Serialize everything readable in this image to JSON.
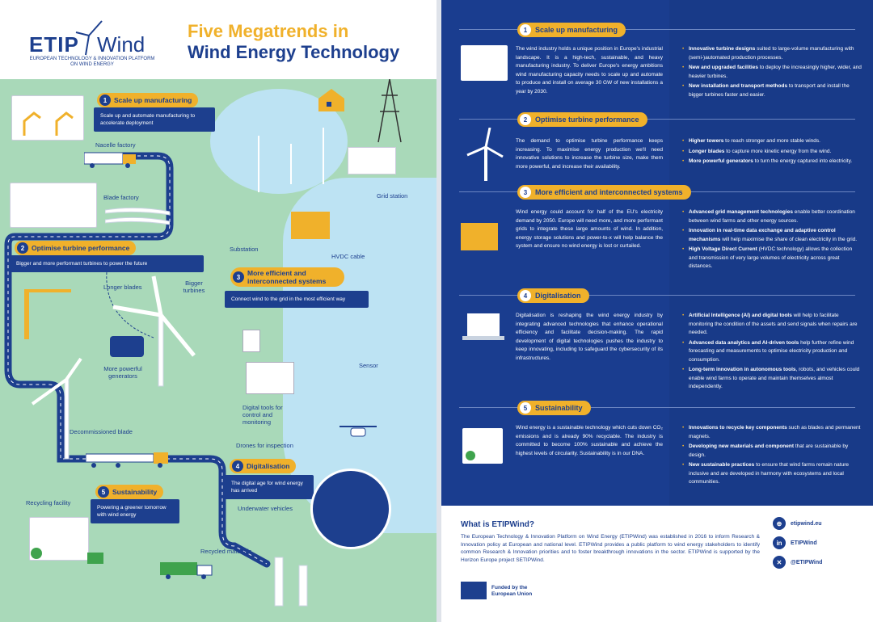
{
  "header": {
    "logo_etip": "ETIP",
    "logo_wind": "Wind",
    "logo_sub": "EUROPEAN TECHNOLOGY & INNOVATION PLATFORM ON WIND ENERGY",
    "title_line1": "Five Megatrends in",
    "title_line2": "Wind Energy Technology"
  },
  "map": {
    "sec1": {
      "num": "1",
      "title": "Scale up manufacturing",
      "desc": "Scale up and automate manufacturing to accelerate deployment"
    },
    "sec2": {
      "num": "2",
      "title": "Optimise turbine performance",
      "desc": "Bigger and more performant turbines to power the future"
    },
    "sec3": {
      "num": "3",
      "title": "More efficient and interconnected systems",
      "desc": "Connect wind to the grid in the most efficient way"
    },
    "sec4": {
      "num": "4",
      "title": "Digitalisation",
      "desc": "The digital age for wind energy has arrived"
    },
    "sec5": {
      "num": "5",
      "title": "Sustainability",
      "desc": "Powering a greener tomorrow with wind energy"
    },
    "labels": {
      "nacelle": "Nacelle factory",
      "blade": "Blade factory",
      "grid": "Grid station",
      "substation": "Substation",
      "hvdc": "HVDC cable",
      "longer_blades": "Longer blades",
      "bigger_turbines": "Bigger turbines",
      "generators": "More powerful generators",
      "decommissioned": "Decommissioned blade",
      "sensor": "Sensor",
      "digital_tools": "Digital tools for control and monitoring",
      "drones": "Drones for inspection",
      "underwater": "Underwater vehicles",
      "recycling": "Recycling facility",
      "recycled": "Recycled materials"
    }
  },
  "right": {
    "s1": {
      "num": "1",
      "title": "Scale up manufacturing",
      "text": "The wind industry holds a unique position in Europe's industrial landscape. It is a high-tech, sustainable, and heavy manufacturing industry. To deliver Europe's energy ambitions wind manufacturing capacity needs to scale up and automate to produce and install on average 30 GW of new installations a year by 2030.",
      "bullets": [
        {
          "b": "Innovative turbine designs",
          "t": " suited to large-volume manufacturing with (semi-)automated production processes."
        },
        {
          "b": "New and upgraded facilities",
          "t": " to deploy the increasingly higher, wider, and heavier turbines."
        },
        {
          "b": "New installation and transport methods",
          "t": " to transport and install the bigger turbines faster and easier."
        }
      ]
    },
    "s2": {
      "num": "2",
      "title": "Optimise turbine performance",
      "text": "The demand to optimise turbine performance keeps increasing. To maximise energy production we'll need innovative solutions to increase the turbine size, make them more powerful, and increase their availability.",
      "bullets": [
        {
          "b": "Higher towers",
          "t": " to reach stronger and more stable winds."
        },
        {
          "b": "Longer blades",
          "t": " to capture more kinetic energy from the wind."
        },
        {
          "b": "More powerful generators",
          "t": " to turn the energy captured into electricity."
        }
      ]
    },
    "s3": {
      "num": "3",
      "title": "More efficient and interconnected systems",
      "text": "Wind energy could account for half of the EU's electricity demand by 2050. Europe will need more, and more performant grids to integrate these large amounts of wind. In addition, energy storage solutions and power-to-x will help balance the system and ensure no wind energy is lost or curtailed.",
      "bullets": [
        {
          "b": "Advanced grid management technologies",
          "t": " enable better coordination between wind farms and other energy sources."
        },
        {
          "b": "Innovation in real-time data exchange and adaptive control mechanisms",
          "t": " will help maximise the share of clean electricity in the grid."
        },
        {
          "b": "High Voltage Direct Current",
          "t": " (HVDC technology) allows the collection and transmission of very large volumes of electricity across great distances."
        }
      ]
    },
    "s4": {
      "num": "4",
      "title": "Digitalisation",
      "text": "Digitalisation is reshaping the wind energy industry by integrating advanced technologies that enhance operational efficiency and facilitate decision-making. The rapid development of digital technologies pushes the industry to keep innovating, including to safeguard the cybersecurity of its infrastructures.",
      "bullets": [
        {
          "b": "Artificial Intelligence (AI) and digital tools",
          "t": " will help to facilitate monitoring the condition of the assets and send signals when repairs are needed."
        },
        {
          "b": "Advanced data analytics and AI-driven tools",
          "t": " help further refine wind forecasting and measurements to optimise electricity production and consumption."
        },
        {
          "b": "Long-term innovation in autonomous tools",
          "t": ", robots, and vehicles could enable wind farms to operate and maintain themselves almost independently."
        }
      ]
    },
    "s5": {
      "num": "5",
      "title": "Sustainability",
      "text": "Wind energy is a sustainable technology which cuts down CO₂ emissions and is already 90% recyclable. The industry is committed to become 100% sustainable and achieve the highest levels of circularity. Sustainability is in our DNA.",
      "bullets": [
        {
          "b": "Innovations to recycle key components",
          "t": " such as blades and permanent magnets."
        },
        {
          "b": "Developing new materials and component",
          "t": " that are sustainable by design."
        },
        {
          "b": "New sustainable practices",
          "t": " to ensure that wind farms remain nature inclusive and are developed in harmony with ecosystems and local communities."
        }
      ]
    },
    "footer": {
      "heading": "What is ETIPWind?",
      "text": "The European Technology & Innovation Platform on Wind Energy (ETIPWind) was established in 2016 to inform Research & Innovation policy at European and national level. ETIPWind provides a public platform to wind energy stakeholders to identify common Research & Innovation priorities and to foster breakthrough innovations in the sector. ETIPWind is supported by the Horizon Europe project SETIPWind.",
      "web": "etipwind.eu",
      "linkedin": "ETIPWind",
      "x": "@ETIPWind",
      "funded": "Funded by the European Union"
    }
  }
}
